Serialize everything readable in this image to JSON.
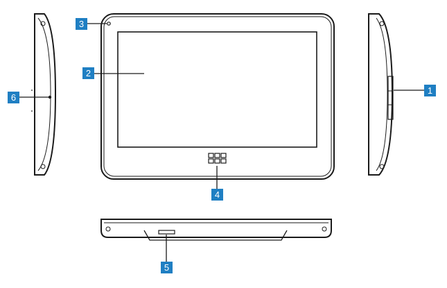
{
  "callouts": [
    {
      "id": "1",
      "label": "1"
    },
    {
      "id": "2",
      "label": "2"
    },
    {
      "id": "3",
      "label": "3"
    },
    {
      "id": "4",
      "label": "4"
    },
    {
      "id": "5",
      "label": "5"
    },
    {
      "id": "6",
      "label": "6"
    }
  ],
  "colors": {
    "callout_fill": "#1f7fc3",
    "outline": "#1a1a1a",
    "background": "#ffffff"
  }
}
